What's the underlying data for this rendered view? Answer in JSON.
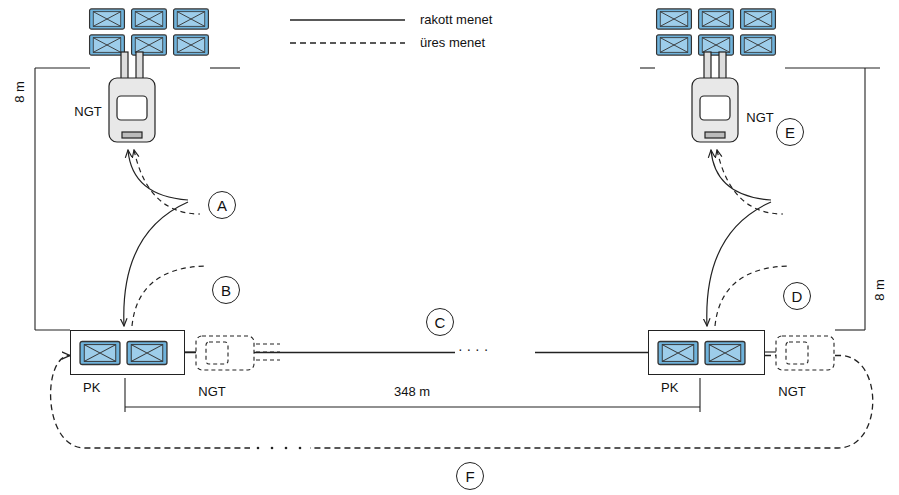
{
  "diagram": {
    "nodes": [
      {
        "text": [
          "A"
        ]
      },
      {
        "text": [
          "B"
        ]
      },
      {
        "text": [
          "PK"
        ]
      },
      {
        "text": [
          "C"
        ]
      },
      {
        "text": [
          "E"
        ]
      },
      {
        "text": [
          "D"
        ]
      },
      {
        "text": [
          "PK"
        ]
      },
      {
        "text": [
          "F"
        ]
      }
    ],
    "edges": [
      {
        "from": 2,
        "to": 6,
        "arrow": "none"
      },
      {
        "from": 6,
        "to": 2,
        "arrow": "to"
      }
    ],
    "labels": [
      "NGT",
      "NGT",
      "NGT",
      "NGT",
      "8 m",
      "8 m",
      "348 m"
    ],
    "legend": [
      {
        "text": "rakott menet"
      },
      {
        "text": "üres menet"
      }
    ]
  }
}
